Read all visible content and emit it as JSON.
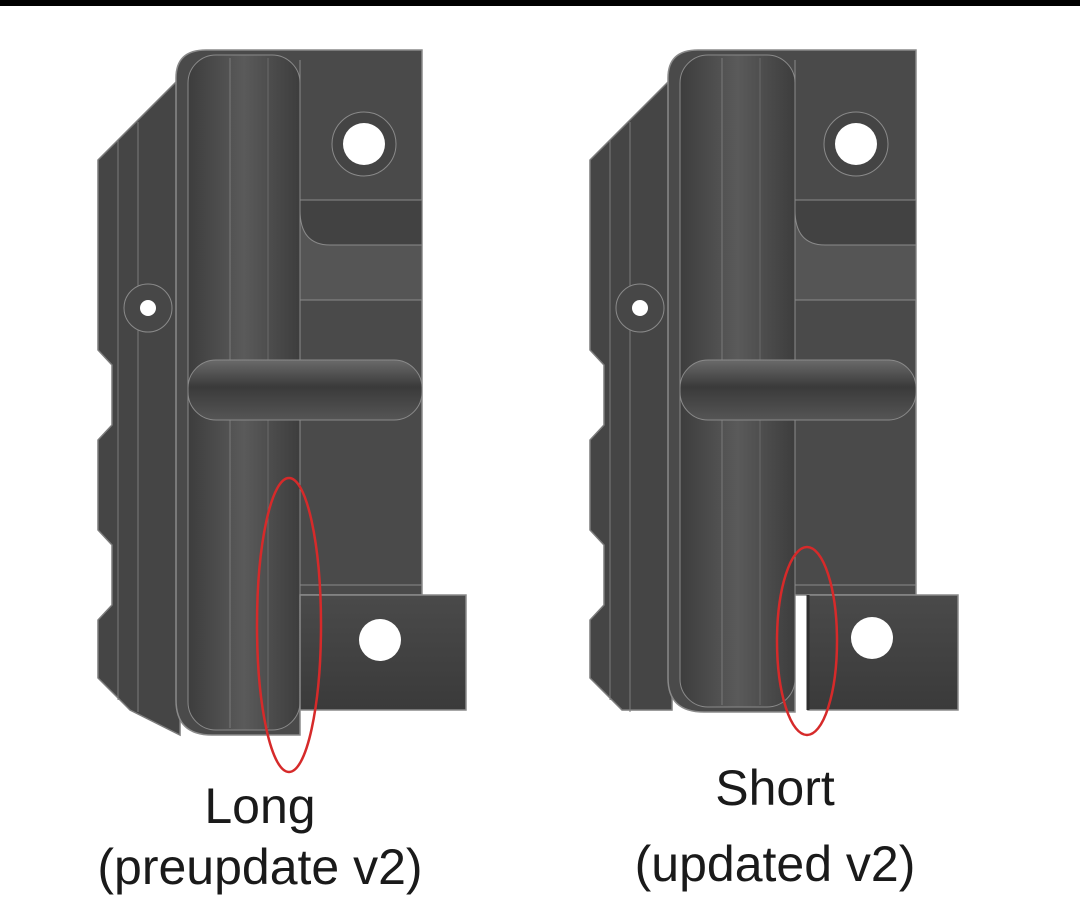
{
  "labels": {
    "left_line1": "Long",
    "left_line2": "(preupdate v2)",
    "right_line1": "Short",
    "right_line2": "(updated v2)"
  },
  "colors": {
    "part_body": "#4a4a4a",
    "part_edge": "#8a8a8a",
    "highlight_ellipse": "#d62a2a",
    "background": "#ffffff",
    "top_bar": "#000000"
  }
}
